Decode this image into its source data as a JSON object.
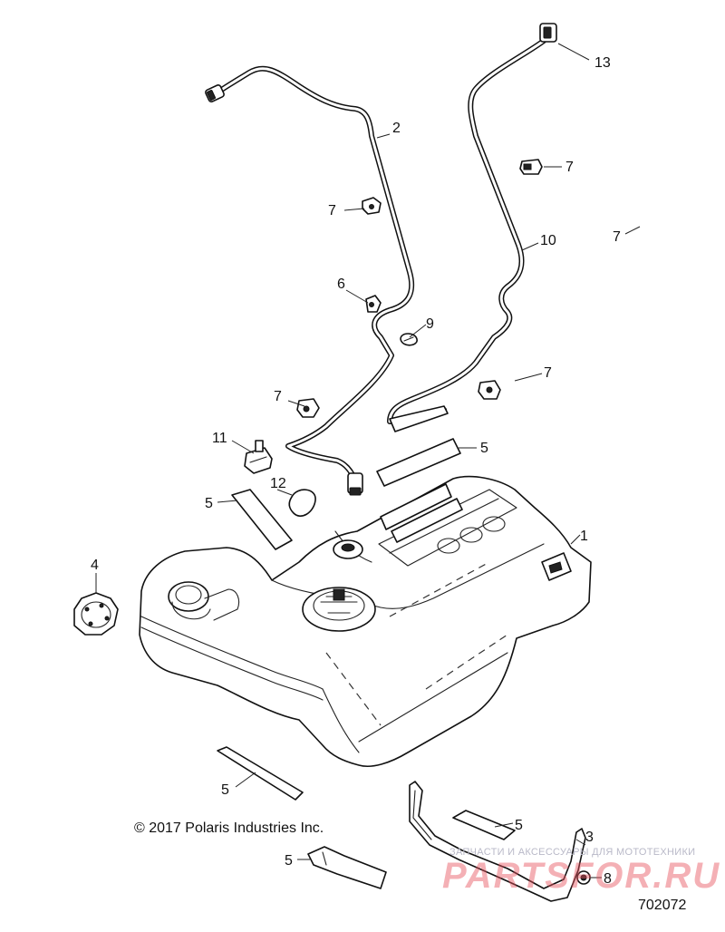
{
  "copyright": "© 2017 Polaris Industries Inc.",
  "reference_number": "702072",
  "watermark": {
    "caption": "ЗАПЧАСТИ И АКСЕССУАРЫ ДЛЯ МОТОТЕХНИКИ",
    "brand": "PARTSFOR.RU"
  },
  "callouts": {
    "c1": "1",
    "c2": "2",
    "c3": "3",
    "c4": "4",
    "c5a": "5",
    "c5b": "5",
    "c5c": "5",
    "c5d": "5",
    "c5e": "5",
    "c6": "6",
    "c7a": "7",
    "c7b": "7",
    "c7c": "7",
    "c7d": "7",
    "c7e": "7",
    "c8": "8",
    "c9": "9",
    "c10": "10",
    "c11": "11",
    "c12": "12",
    "c13": "13"
  }
}
